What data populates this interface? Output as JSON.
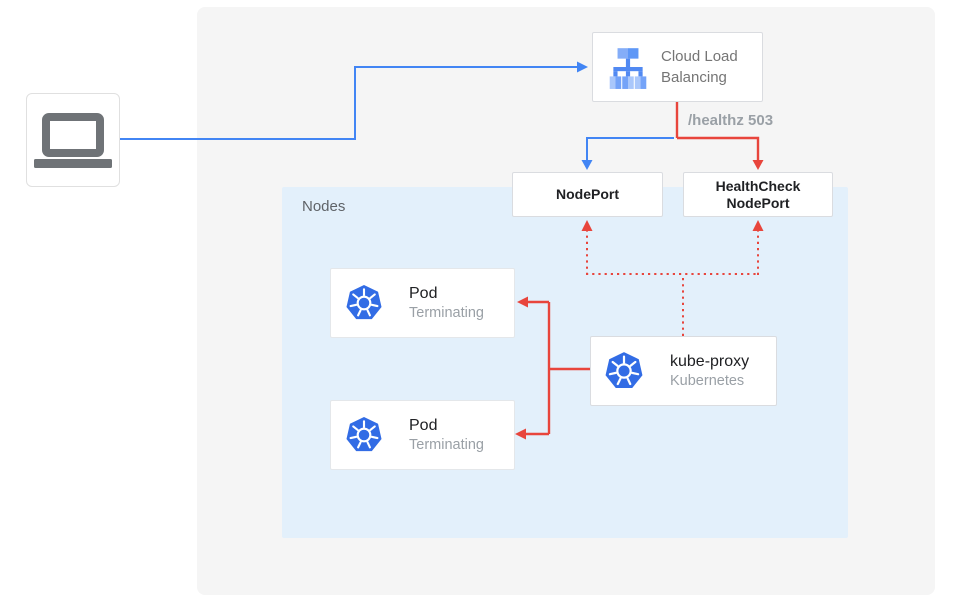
{
  "colors": {
    "blue": "#4285F4",
    "red": "#E8453C",
    "panel_blue": "#E3F0FB",
    "canvas_gray": "#F5F5F5",
    "kubernetes_blue": "#326CE5"
  },
  "client": {
    "icon": "laptop-icon"
  },
  "load_balancer": {
    "label": "Cloud Load Balancing",
    "icon": "cloud-load-balancing-icon"
  },
  "health_check_label": "/healthz 503",
  "node_port": {
    "label": "NodePort"
  },
  "health_check_node_port": {
    "label": "HealthCheck NodePort"
  },
  "nodes_panel": {
    "label": "Nodes"
  },
  "pods": [
    {
      "title": "Pod",
      "status": "Terminating",
      "icon": "kubernetes-icon"
    },
    {
      "title": "Pod",
      "status": "Terminating",
      "icon": "kubernetes-icon"
    }
  ],
  "kube_proxy": {
    "title": "kube-proxy",
    "subtitle": "Kubernetes",
    "icon": "kubernetes-icon"
  }
}
